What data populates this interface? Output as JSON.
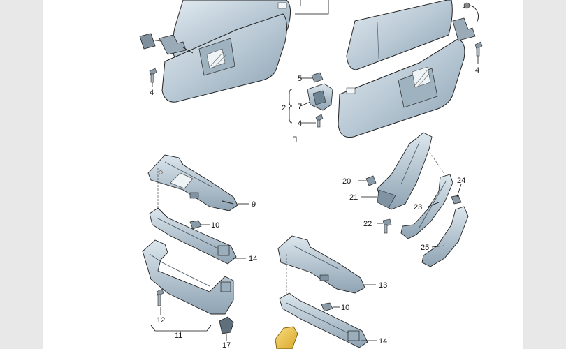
{
  "diagram": {
    "callouts": [
      {
        "id": "c4a",
        "label": "4"
      },
      {
        "id": "c4b",
        "label": "4"
      },
      {
        "id": "c5",
        "label": "5"
      },
      {
        "id": "c2",
        "label": "2"
      },
      {
        "id": "c7",
        "label": "7"
      },
      {
        "id": "c4c",
        "label": "4"
      },
      {
        "id": "c9",
        "label": "9"
      },
      {
        "id": "c10a",
        "label": "10"
      },
      {
        "id": "c14a",
        "label": "14"
      },
      {
        "id": "c12",
        "label": "12"
      },
      {
        "id": "c11",
        "label": "11"
      },
      {
        "id": "c17",
        "label": "17"
      },
      {
        "id": "c20",
        "label": "20"
      },
      {
        "id": "c21",
        "label": "21"
      },
      {
        "id": "c22",
        "label": "22"
      },
      {
        "id": "c23",
        "label": "23"
      },
      {
        "id": "c24",
        "label": "24"
      },
      {
        "id": "c25",
        "label": "25"
      },
      {
        "id": "c13",
        "label": "13"
      },
      {
        "id": "c10b",
        "label": "10"
      },
      {
        "id": "c14b",
        "label": "14"
      }
    ]
  },
  "colors": {
    "part_fill": "#b8c8d4",
    "part_shade": "#8fa4b4",
    "part_light": "#dbe5ec",
    "outline": "#222222",
    "highlight_part": "#f2c94c",
    "sheet": "#ffffff",
    "frame": "#e8e8e8"
  }
}
